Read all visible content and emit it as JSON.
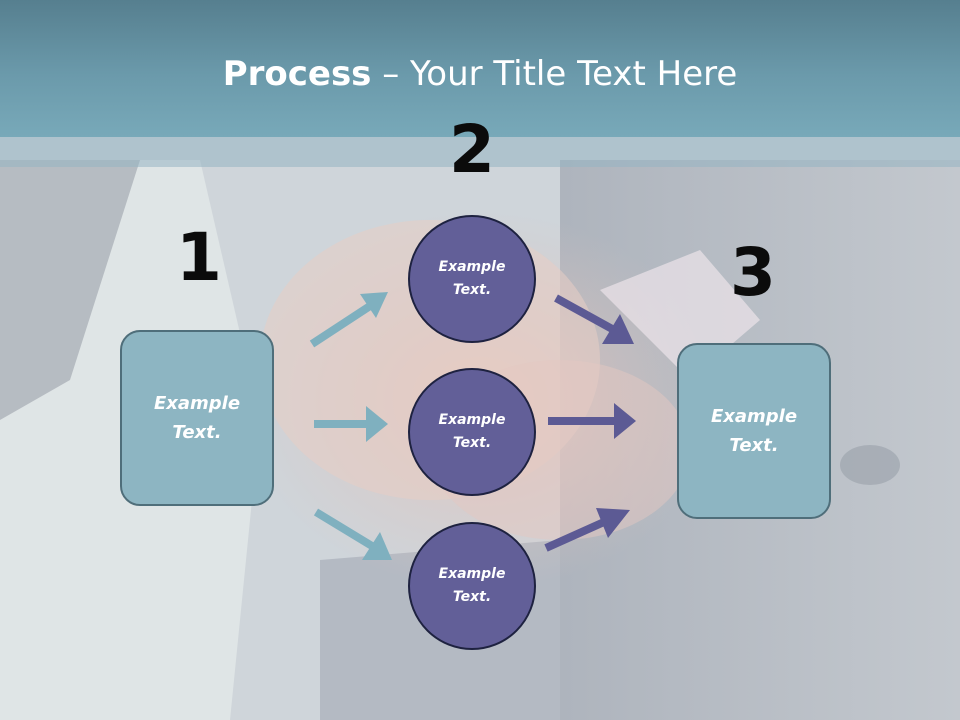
{
  "slide": {
    "title_bold": "Process",
    "title_rest": " – Your Title Text Here"
  },
  "steps": {
    "one": "1",
    "two": "2",
    "three": "3"
  },
  "left_box": {
    "text": "Example Text."
  },
  "circles": [
    {
      "text": "Example Text."
    },
    {
      "text": "Example Text."
    },
    {
      "text": "Example Text."
    }
  ],
  "right_box": {
    "text": "Example Text."
  },
  "colors": {
    "title_bar": "#6b9aab",
    "box_fill": "#8db5c2",
    "circle_fill": "#625f98",
    "arrow_in": "#7fb0bf",
    "arrow_out": "#5c5a94"
  }
}
